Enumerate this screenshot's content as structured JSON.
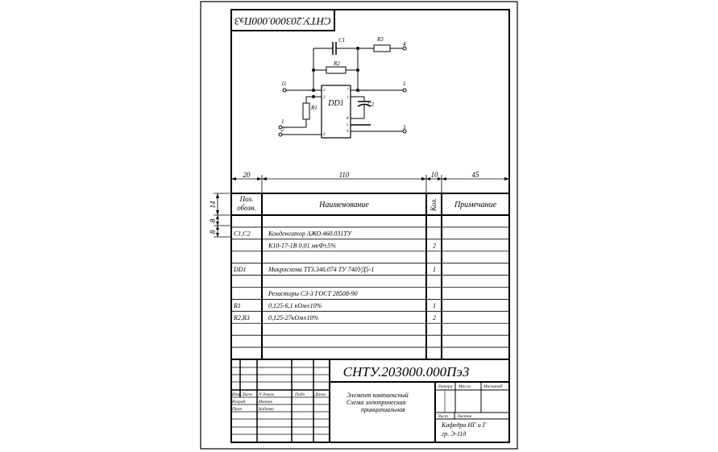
{
  "stamp_code": "СНТУ.203000.000Пэ3",
  "schematic": {
    "components": {
      "c1": "C1",
      "c2": "C2",
      "r1": "R1",
      "r2": "R2",
      "r3": "R3",
      "chip": "DD1"
    },
    "pins": {
      "p1": "1",
      "p2": "2",
      "p3": "3",
      "p4": "4",
      "p5": "5",
      "p11": "11"
    },
    "chip_pins": {
      "l2": "2",
      "l3": "3",
      "l4": "4",
      "r7": "7",
      "r1": "1",
      "r8": "8",
      "r5": "5",
      "r6": "6"
    }
  },
  "dimensions": {
    "d20": "20",
    "d110": "110",
    "d10": "10",
    "d45": "45",
    "v14": "14",
    "v8a": "8",
    "v8b": "8"
  },
  "table": {
    "headers": {
      "pos": [
        "Поз.",
        "обозн."
      ],
      "name": "Наименование",
      "qty": "Кол.",
      "note": "Примечание"
    },
    "rows": [
      {
        "pos": "",
        "name": "",
        "qty": "",
        "note": ""
      },
      {
        "pos": "C1,C2",
        "name": "Конденсатор АЖО.460.031ТУ",
        "qty": "",
        "note": ""
      },
      {
        "pos": "",
        "name": "К10-17-1В 0,01 мкФ±5%",
        "qty": "2",
        "note": ""
      },
      {
        "pos": "",
        "name": "",
        "qty": "",
        "note": ""
      },
      {
        "pos": "DD1",
        "name": "Микросхема ТТ3.346.074 ТУ 740УД5-1",
        "qty": "1",
        "note": ""
      },
      {
        "pos": "",
        "name": "",
        "qty": "",
        "note": ""
      },
      {
        "pos": "",
        "name": "Резисторы С3-3 ГОСТ 28508-90",
        "qty": "",
        "note": ""
      },
      {
        "pos": "R1",
        "name": "0,125-6,1 кОм±10%",
        "qty": "1",
        "note": ""
      },
      {
        "pos": "R2,R3",
        "name": "0,125-27кОм±10%",
        "qty": "2",
        "note": ""
      },
      {
        "pos": "",
        "name": "",
        "qty": "",
        "note": ""
      },
      {
        "pos": "",
        "name": "",
        "qty": "",
        "note": ""
      },
      {
        "pos": "",
        "name": "",
        "qty": "",
        "note": ""
      }
    ]
  },
  "title_block": {
    "code": "СНТУ.203000.000Пэ3",
    "labels": {
      "izm": "Изм",
      "list": "Лист",
      "ndok": "N докум",
      "podp": "Подп",
      "data": "Дата",
      "razrab": "Разраб",
      "prov": "Пров"
    },
    "people": {
      "razrab": "Иванов",
      "prov": "Бабенко"
    },
    "description": [
      "Элемент компаексный",
      "Схема электрическая",
      "принципиальная"
    ],
    "sheet_labels": {
      "litera": "Литера",
      "massa": "Масса",
      "masshtab": "Масштаб",
      "list": "Лист",
      "listov": "Листов"
    },
    "org": [
      "Кафедра НГ и Г",
      "гр. Э-11д"
    ]
  }
}
